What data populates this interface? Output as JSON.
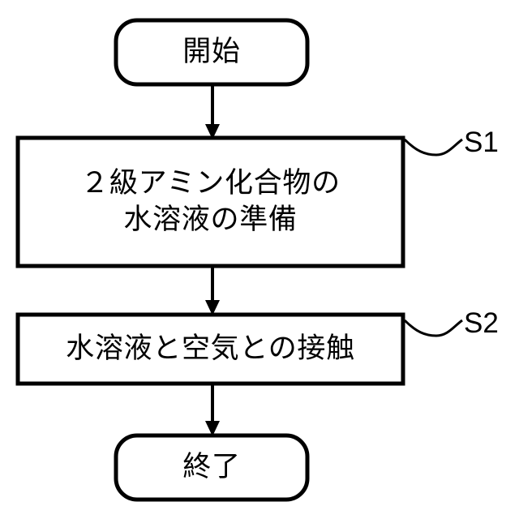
{
  "diagram": {
    "type": "flowchart",
    "orientation": "vertical",
    "background_color": "#ffffff",
    "stroke_color": "#000000",
    "nodes": [
      {
        "id": "start",
        "shape": "rounded-rectangle",
        "label": "開始",
        "step_label": ""
      },
      {
        "id": "step1",
        "shape": "rectangle",
        "label_line1": "２級アミン化合物の",
        "label_line2": "水溶液の準備",
        "step_label": "S1"
      },
      {
        "id": "step2",
        "shape": "rectangle",
        "label_line1": "水溶液と空気との接触",
        "step_label": "S2"
      },
      {
        "id": "end",
        "shape": "rounded-rectangle",
        "label": "終了",
        "step_label": ""
      }
    ],
    "connectors": [
      {
        "from": "start",
        "to": "step1",
        "arrowhead": "solid-triangle"
      },
      {
        "from": "step1",
        "to": "step2",
        "arrowhead": "solid-triangle"
      },
      {
        "from": "step2",
        "to": "end",
        "arrowhead": "solid-triangle"
      }
    ],
    "leader_lines": [
      {
        "for": "step1",
        "style": "wavy",
        "label": "S1"
      },
      {
        "for": "step2",
        "style": "wavy",
        "label": "S2"
      }
    ]
  }
}
